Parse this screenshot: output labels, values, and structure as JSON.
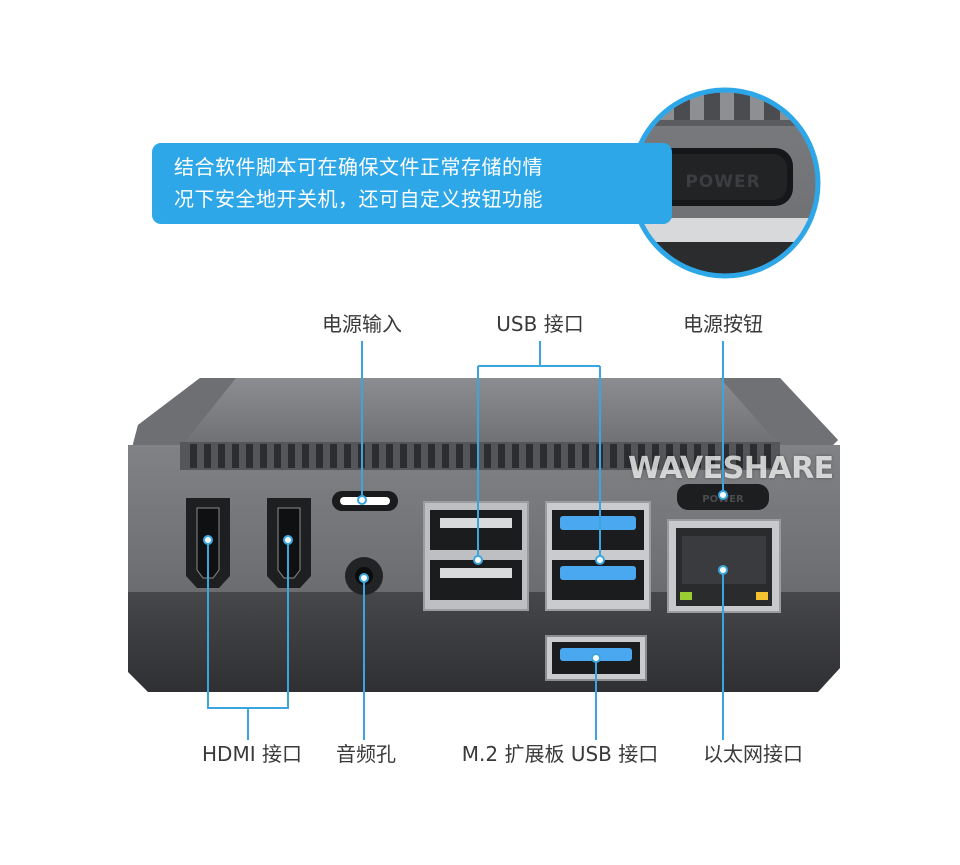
{
  "callout": {
    "line1": "结合软件脚本可在确保文件正常存储的情",
    "line2": "况下安全地开关机，还可自定义按钮功能"
  },
  "zoom": {
    "button_text": "POWER"
  },
  "device": {
    "button_text": "POWER",
    "watermark": "WAVESHARE"
  },
  "labels": {
    "power_input": "电源输入",
    "usb_ports": "USB 接口",
    "power_button": "电源按钮",
    "hdmi": "HDMI 接口",
    "audio": "音频孔",
    "m2_usb": "M.2 扩展板 USB 接口",
    "ethernet": "以太网接口"
  },
  "colors": {
    "accent": "#2ea7e8",
    "leader": "#3aa6e0",
    "case_top": "#76787b",
    "case_bottom": "#3b3c3f",
    "usb3_blue": "#4aa8f0"
  }
}
